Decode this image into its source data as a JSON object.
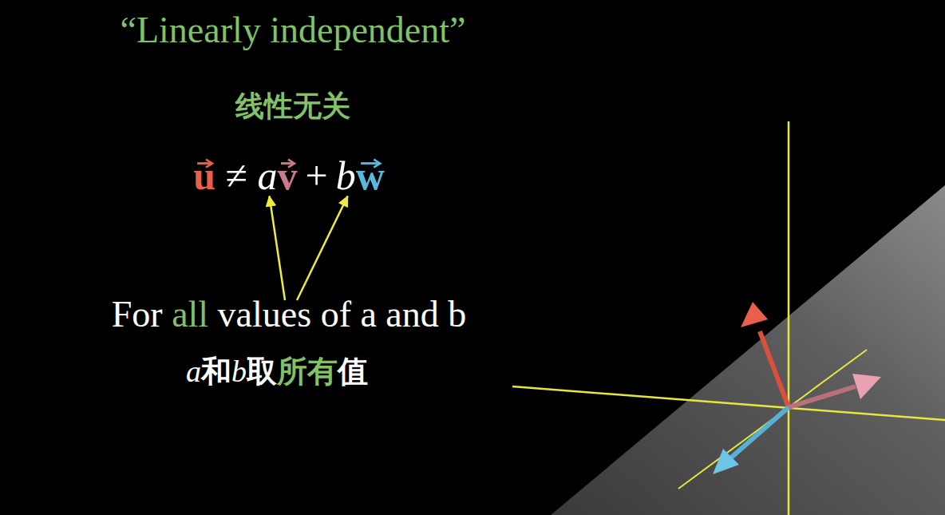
{
  "diagram": {
    "title": "“Linearly independent”",
    "labels": [
      "线性无关",
      "u",
      "≠",
      "a",
      "v",
      "+",
      "b",
      "w",
      "For",
      "all",
      "values of a and b",
      "a",
      "和",
      "b",
      "取",
      "所有",
      "值"
    ]
  }
}
